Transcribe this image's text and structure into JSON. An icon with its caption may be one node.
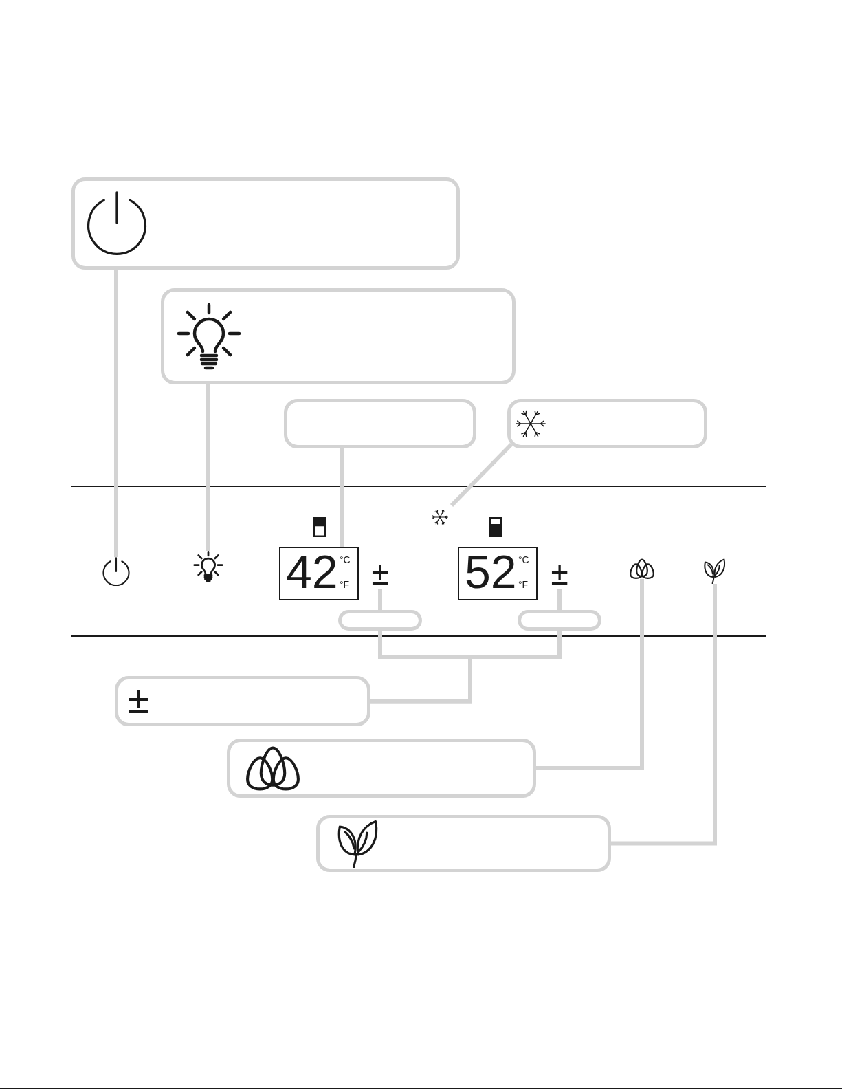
{
  "diagram": {
    "nodes": [
      {
        "text": [],
        "shape": "box"
      },
      {
        "text": [],
        "shape": "box"
      },
      {
        "text": [],
        "shape": "box"
      },
      {
        "text": [],
        "shape": "box"
      },
      {
        "text": [],
        "shape": "picture"
      },
      {
        "text": [],
        "shape": "picture"
      },
      {
        "text": [],
        "shape": "picture"
      },
      {
        "text": [
          "42",
          "°C",
          "°F"
        ]
      },
      {
        "text": [
          "±"
        ]
      },
      {
        "text": [
          "52",
          "°C",
          "°F"
        ]
      },
      {
        "text": [
          "±"
        ]
      },
      {
        "text": [],
        "shape": "picture"
      },
      {
        "text": [],
        "shape": "picture"
      },
      {
        "text": [],
        "shape": "box"
      },
      {
        "text": [],
        "shape": "box"
      },
      {
        "text": [
          "±"
        ]
      },
      {
        "text": [],
        "shape": "box"
      },
      {
        "text": [],
        "shape": "box"
      }
    ],
    "edges": [
      {
        "from": 0,
        "to": 5,
        "arrow": "none"
      },
      {
        "from": 1,
        "to": 6,
        "arrow": "none"
      },
      {
        "from": 2,
        "to": 7,
        "arrow": "none"
      },
      {
        "from": 3,
        "to": 4,
        "arrow": "none"
      },
      {
        "from": 13,
        "to": 8,
        "arrow": "none"
      },
      {
        "from": 14,
        "to": 10,
        "arrow": "none"
      },
      {
        "from": 15,
        "to": 13,
        "arrow": "none"
      },
      {
        "from": 15,
        "to": 14,
        "arrow": "none"
      },
      {
        "from": 16,
        "to": 11,
        "arrow": "none"
      },
      {
        "from": 17,
        "to": 12,
        "arrow": "none"
      }
    ]
  }
}
